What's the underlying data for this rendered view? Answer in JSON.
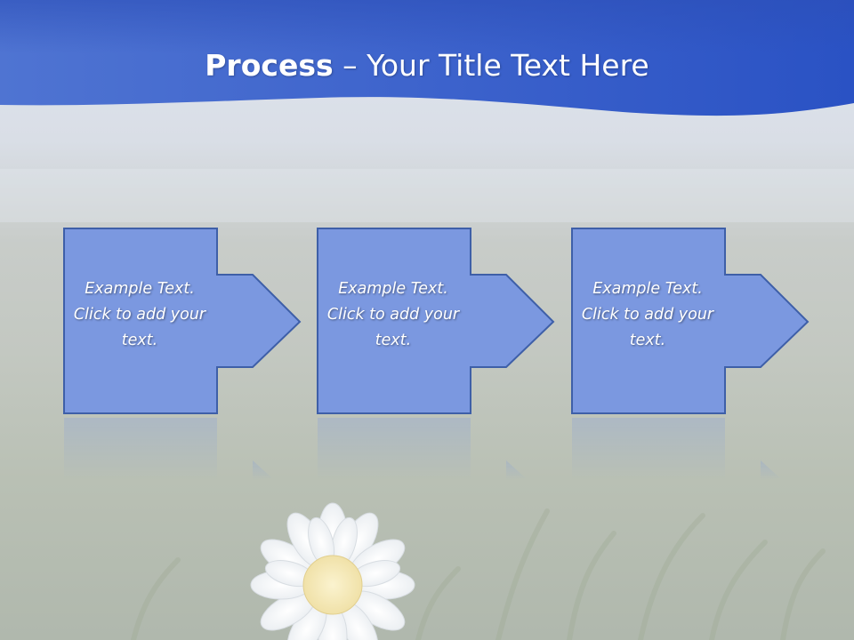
{
  "slide": {
    "title_bold": "Process",
    "title_rest": " – Your Title Text Here"
  },
  "steps": [
    {
      "text": "Example Text. Click  to add your text."
    },
    {
      "text": "Example Text. Click  to add your text."
    },
    {
      "text": "Example Text. Click  to add your text."
    }
  ],
  "colors": {
    "header_blue": "#2f5bc9",
    "box_fill": "#7b98e0",
    "box_stroke": "#3e5fa8",
    "text": "#ffffff"
  },
  "icons": [
    "right-arrow-icon",
    "daisy-flower-icon"
  ]
}
